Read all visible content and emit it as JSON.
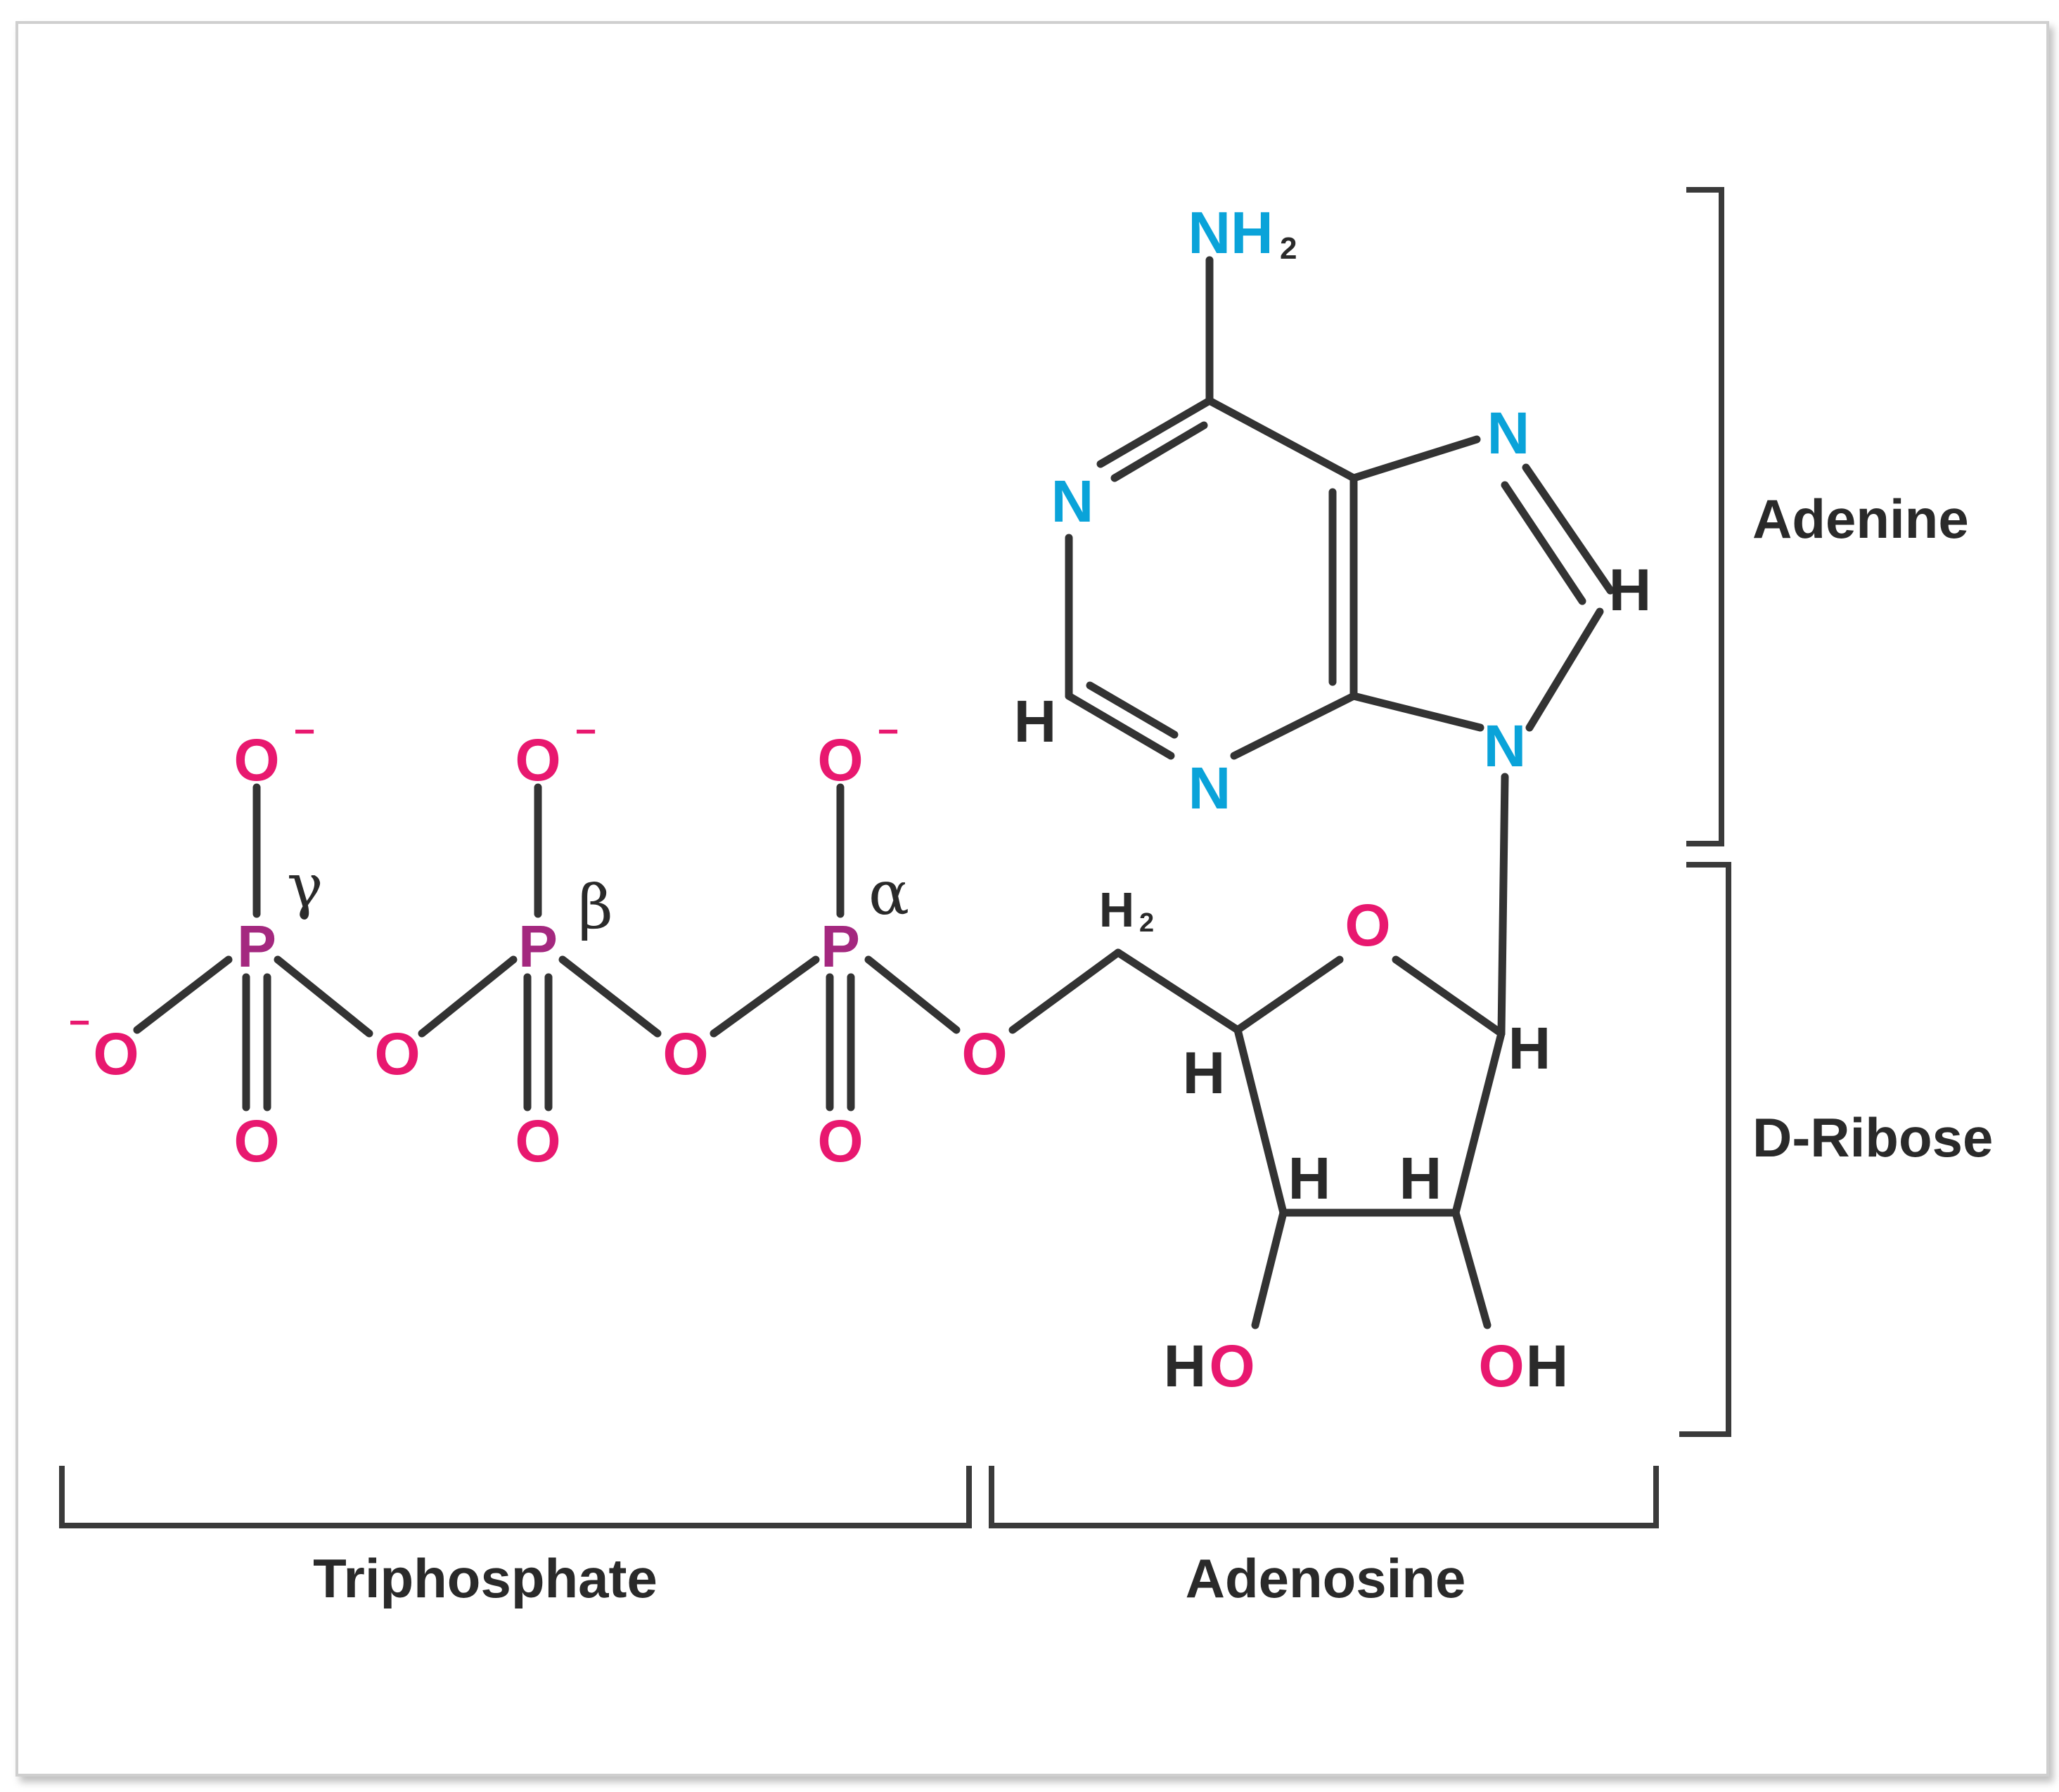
{
  "colors": {
    "oxygen": "#e8186f",
    "phosphorus": "#a4287f",
    "nitrogen": "#0aa3d9",
    "bond": "#333333",
    "label": "#2a2a2a"
  },
  "atoms": {
    "oxygen": "O",
    "phosphorus": "P",
    "nitrogen": "N",
    "hydrogen": "H",
    "amino": "NH",
    "subscript_two": "2",
    "minus": "−"
  },
  "greek": {
    "gamma": "γ",
    "beta": "β",
    "alpha": "α"
  },
  "labels": {
    "adenine": "Adenine",
    "d_ribose": "D-Ribose",
    "triphosphate": "Triphosphate",
    "adenosine": "Adenosine"
  },
  "icons": [
    "molecule-structure-icon"
  ]
}
